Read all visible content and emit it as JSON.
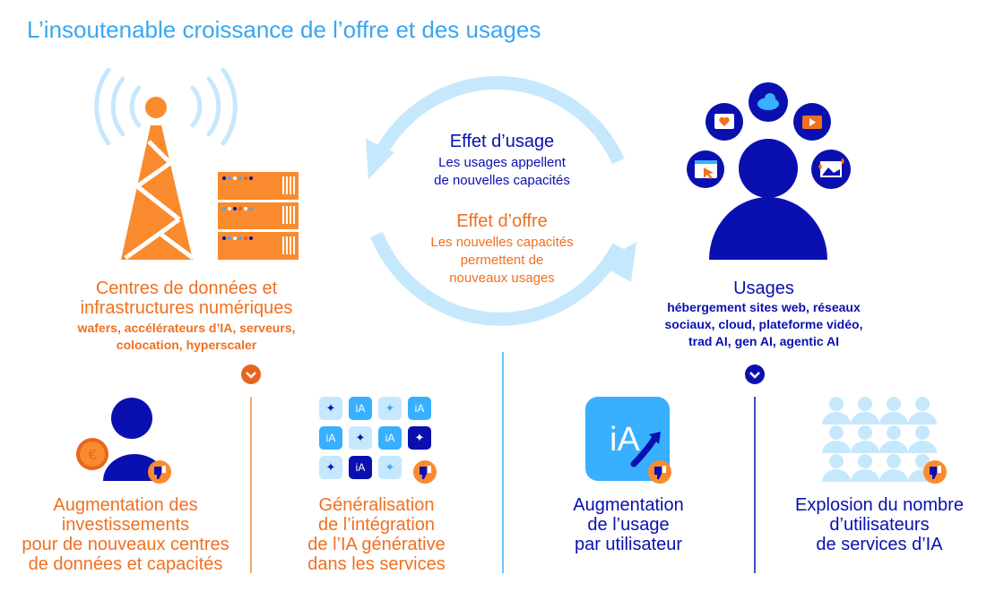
{
  "title": "L’insoutenable croissance de l’offre et des usages",
  "colors": {
    "title": "#3aa6f0",
    "orange": "#f07020",
    "icon_orange": "#f98b2e",
    "navy": "#0a10b0",
    "light_blue": "#c6e8fc",
    "mid_blue": "#38b0ff"
  },
  "cycle": {
    "usage_effect": {
      "title": "Effet d’usage",
      "lines": [
        "Les usages appellent",
        "de nouvelles capacités"
      ]
    },
    "offer_effect": {
      "title": "Effet d’offre",
      "lines": [
        "Les nouvelles capacités",
        "permettent de",
        "nouveaux usages"
      ]
    }
  },
  "supply": {
    "heading": [
      "Centres de données et",
      "infrastructures numériques"
    ],
    "details": [
      "wafers, accélérateurs d’IA, serveurs,",
      "colocation, hyperscaler"
    ]
  },
  "demand": {
    "heading": "Usages",
    "details": [
      "hébergement sites web, réseaux",
      "sociaux, cloud, plateforme vidéo,",
      "trad AI, gen AI, agentic AI"
    ]
  },
  "ia_label": "iA",
  "consequences": [
    {
      "lines": [
        "Augmentation des",
        "investissements",
        "pour de nouveaux centres",
        "de données et capacités"
      ]
    },
    {
      "lines": [
        "Généralisation",
        "de l’intégration",
        "de l’IA générative",
        "dans les services"
      ]
    },
    {
      "lines": [
        "Augmentation",
        "de l’usage",
        "par utilisateur"
      ]
    },
    {
      "lines": [
        "Explosion du nombre",
        "d’utilisateurs",
        "de services d’IA"
      ]
    }
  ]
}
